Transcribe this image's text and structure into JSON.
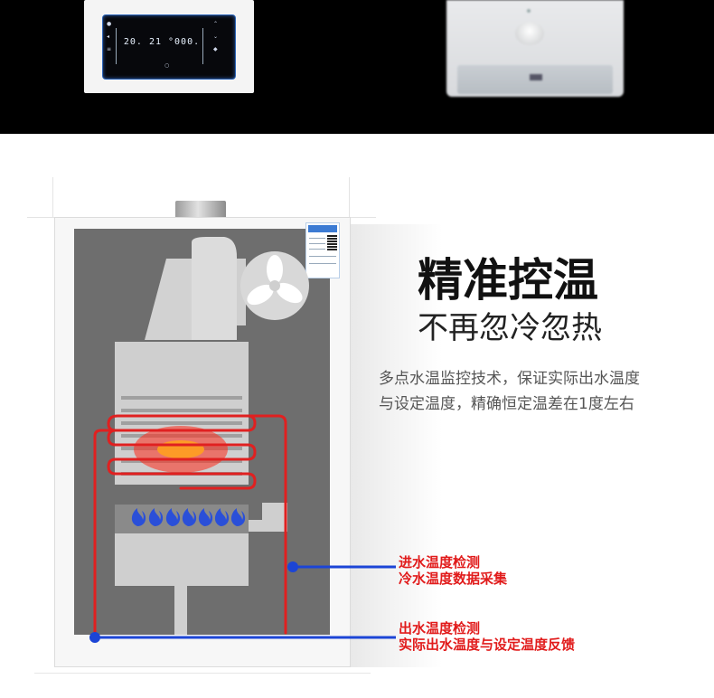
{
  "control_panel": {
    "display": "20. 21 °000."
  },
  "headline": {
    "title": "精准控温",
    "subtitle": "不再忽冷忽热"
  },
  "description": {
    "line1": "多点水温监控技术，保证实际出水温度",
    "line2": "与设定温度，精确恒定温差在1度左右"
  },
  "callouts": [
    {
      "line1": "进水温度检测",
      "line2": "冷水温度数据采集"
    },
    {
      "line1": "出水温度检测",
      "line2": "实际出水温度与设定温度反馈"
    }
  ],
  "colors": {
    "heat_coil": "#e02020",
    "sensor_line": "#1c45d6",
    "callout_text": "#e11b1b",
    "panel_gray": "#6e6e6e",
    "component_gray": "#d0d0d0",
    "flame_blue": "#2a4fd8"
  }
}
